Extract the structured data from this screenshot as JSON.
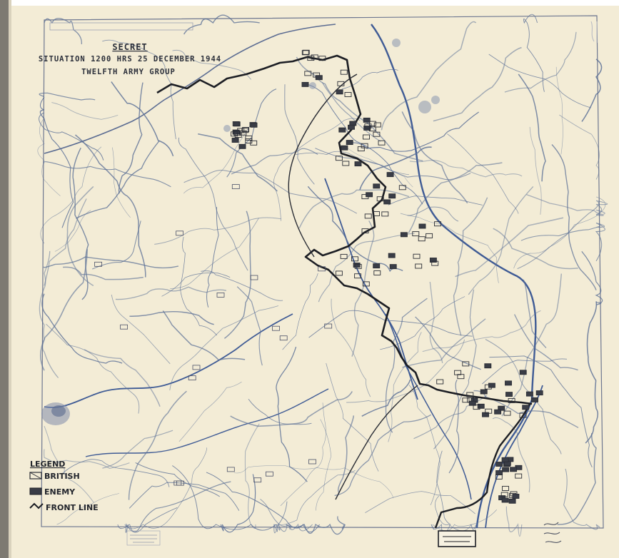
{
  "map": {
    "classification": "SECRET",
    "title_line1": "SITUATION 1200 HRS 25 DECEMBER 1944",
    "title_line2": "TWELFTH ARMY GROUP",
    "legend": {
      "heading": "LEGEND",
      "british": "BRITISH",
      "enemy": "ENEMY",
      "front_line": "FRONT LINE"
    },
    "colors": {
      "paper": "#f3ecd6",
      "roads": "#5a6f96",
      "rivers": "#3f5b95",
      "front_line": "#1c1e24"
    }
  }
}
